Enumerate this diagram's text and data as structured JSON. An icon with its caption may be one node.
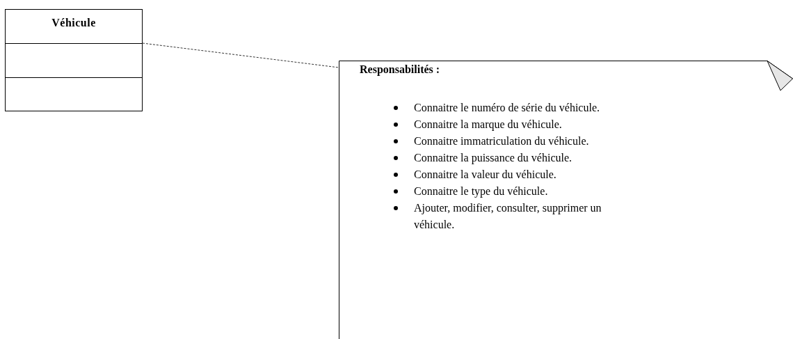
{
  "diagram": {
    "nodes": [
      {
        "text": [
          "Véhicule"
        ]
      },
      {
        "text": [
          "Responsabilités :",
          "Connaitre le numéro de série du véhicule.",
          "Connaitre la marque du véhicule.",
          "Connaitre immatriculation du véhicule.",
          "Connaitre la puissance du véhicule.",
          "Connaitre la valeur du véhicule.",
          "Connaitre le type du véhicule.",
          "Ajouter, modifier, consulter, supprimer un véhicule."
        ]
      }
    ],
    "edges": [
      {
        "from": 0,
        "to": 1,
        "arrow": "none",
        "style": "dashed"
      }
    ]
  }
}
